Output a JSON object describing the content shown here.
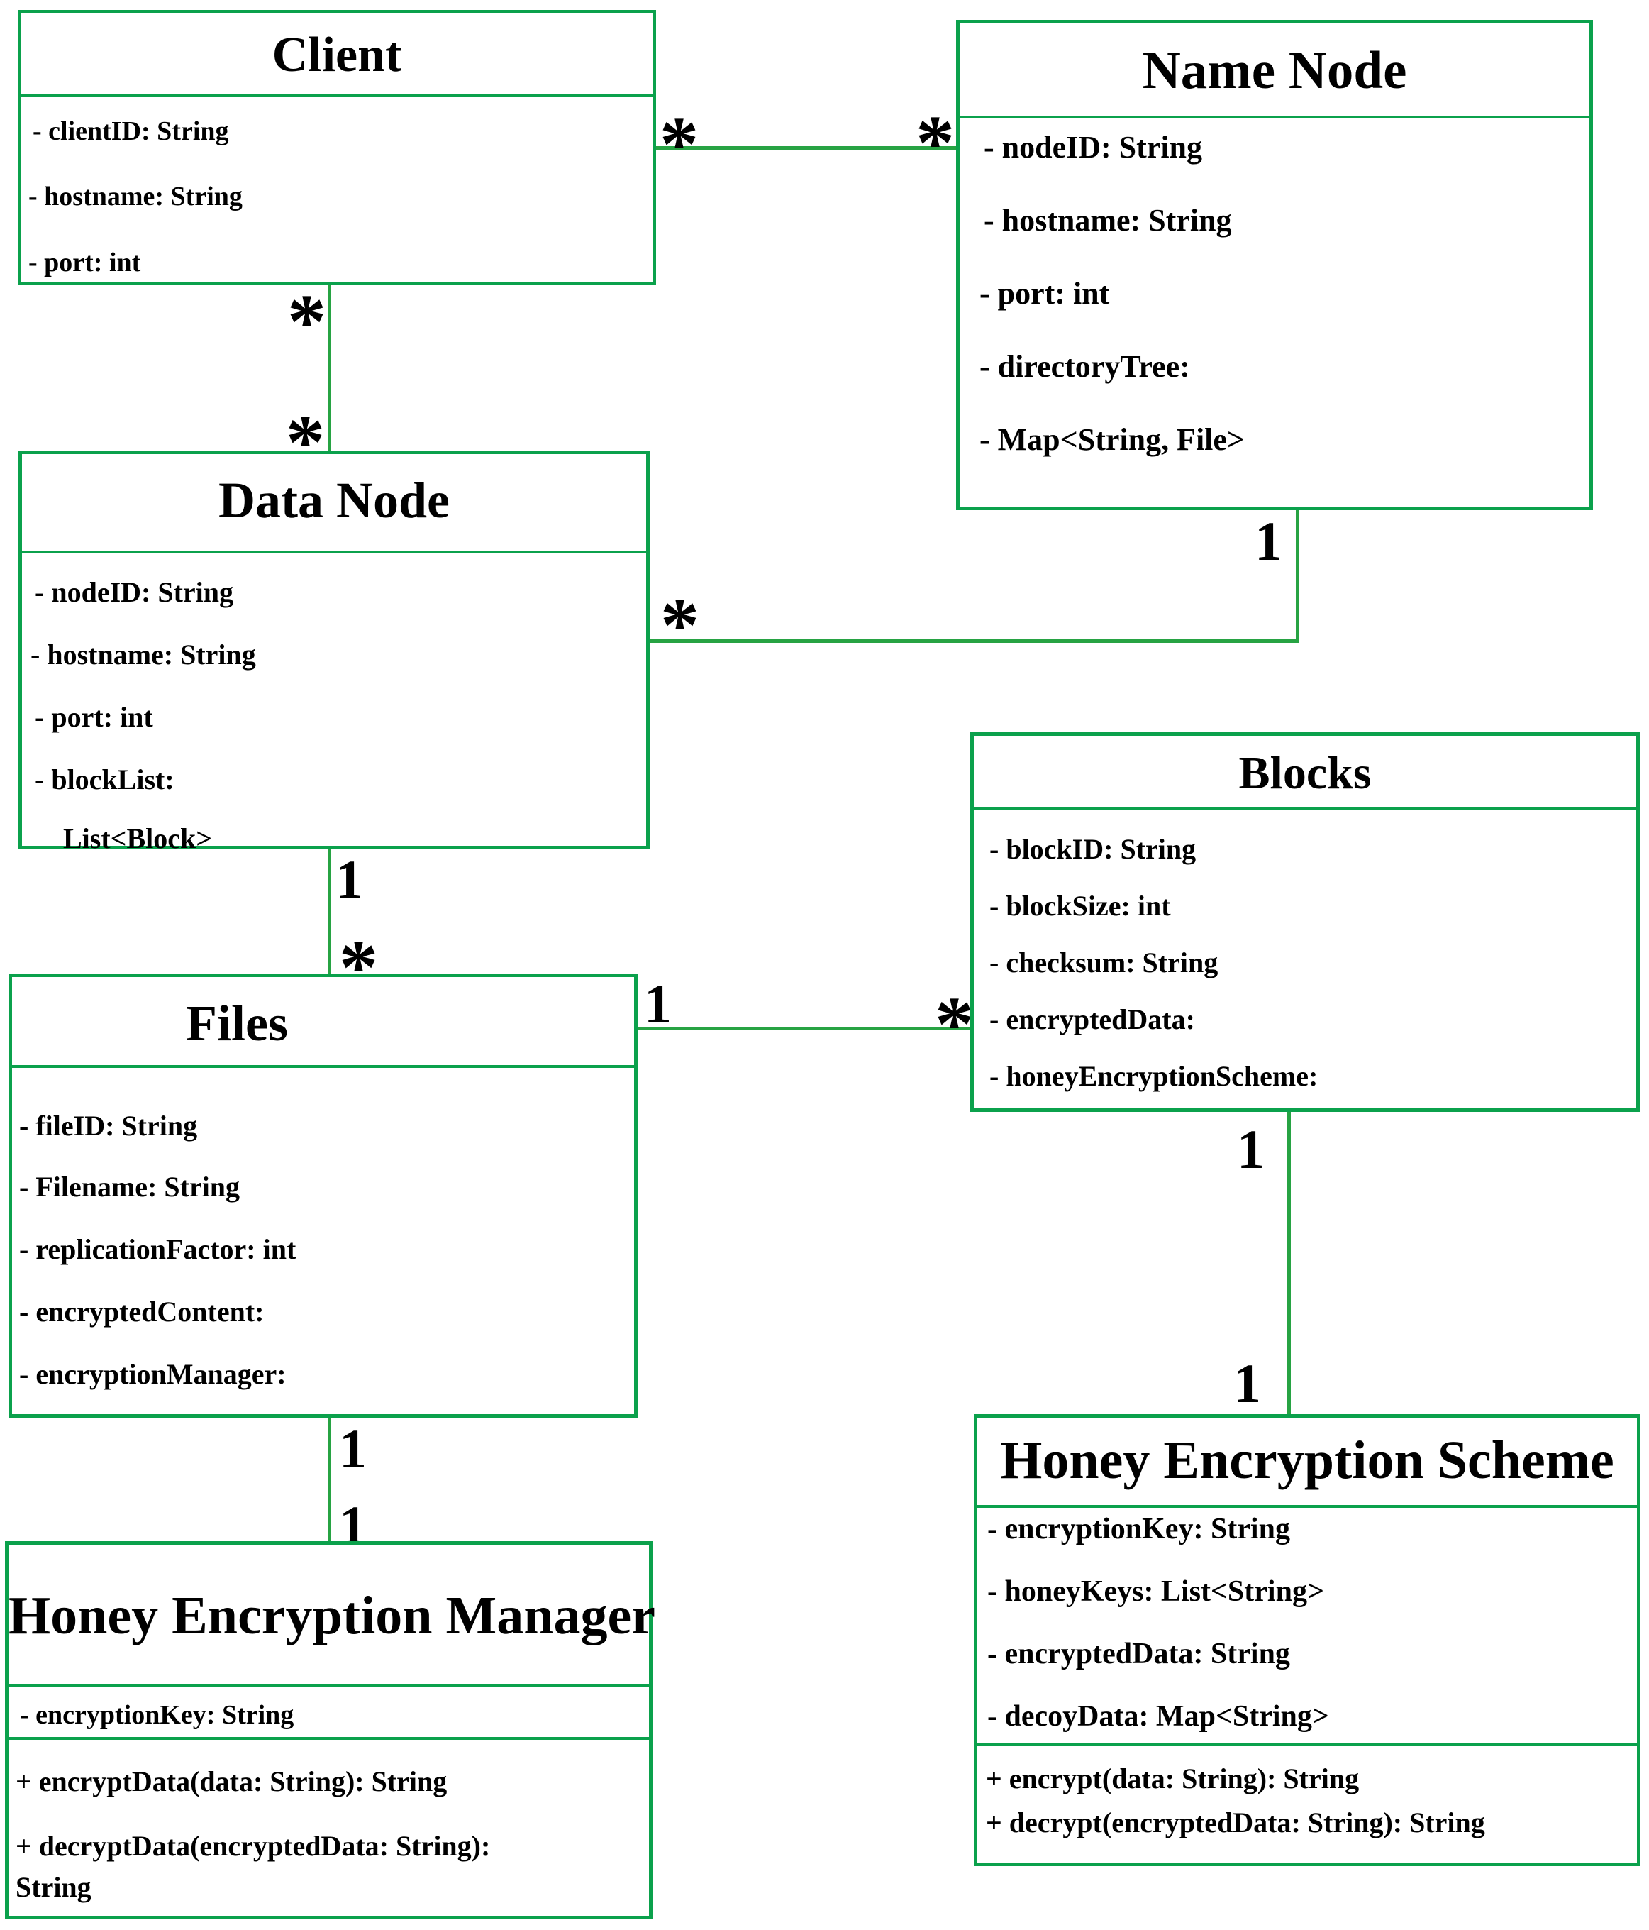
{
  "diagram_type": "uml-class-diagram",
  "colors": {
    "box_border_green": "#0ba14c",
    "connector_green": "#27a343",
    "text": "#000000",
    "background": "#ffffff"
  },
  "classes": [
    {
      "id": "client",
      "title": "Client",
      "attributes": [
        "- clientID: String",
        "- hostname: String",
        "- port: int"
      ],
      "methods": []
    },
    {
      "id": "name-node",
      "title": "Name Node",
      "attributes": [
        "- nodeID: String",
        "- hostname: String",
        "- port: int",
        "- directoryTree:",
        "- Map<String, File>"
      ],
      "methods": []
    },
    {
      "id": "data-node",
      "title": "Data Node",
      "attributes": [
        "- nodeID: String",
        "- hostname: String",
        "- port: int",
        "- blockList:",
        "List<Block>"
      ],
      "methods": []
    },
    {
      "id": "blocks",
      "title": "Blocks",
      "attributes": [
        "- blockID: String",
        "- blockSize: int",
        "- checksum: String",
        "- encryptedData:",
        "- honeyEncryptionScheme:"
      ],
      "methods": []
    },
    {
      "id": "files",
      "title": "Files",
      "attributes": [
        "- fileID: String",
        "- Filename: String",
        "- replicationFactor: int",
        "- encryptedContent:",
        "- encryptionManager:"
      ],
      "methods": []
    },
    {
      "id": "honey-encryption-scheme",
      "title": "Honey Encryption Scheme",
      "attributes": [
        "- encryptionKey: String",
        "- honeyKeys: List<String>",
        "- encryptedData: String",
        "- decoyData: Map<String>"
      ],
      "methods": [
        "+ encrypt(data: String): String",
        "+ decrypt(encryptedData: String): String"
      ]
    },
    {
      "id": "honey-encryption-manager",
      "title": "Honey Encryption Manager",
      "attributes": [
        "- encryptionKey: String"
      ],
      "methods": [
        "+ encryptData(data: String): String",
        "+ decryptData(encryptedData: String): String"
      ]
    }
  ],
  "associations": [
    {
      "id": "client-namenode",
      "from": "Client",
      "to": "Name Node",
      "from_label": "*",
      "to_label": "*"
    },
    {
      "id": "client-datanode",
      "from": "Client",
      "to": "Data Node",
      "from_label": "*",
      "to_label": "*"
    },
    {
      "id": "datanode-namenode",
      "from": "Data Node",
      "to": "Name Node",
      "from_label": "*",
      "to_label": "1"
    },
    {
      "id": "datanode-files",
      "from": "Data Node",
      "to": "Files",
      "from_label": "1",
      "to_label": "*"
    },
    {
      "id": "files-blocks",
      "from": "Files",
      "to": "Blocks",
      "from_label": "1",
      "to_label": "*"
    },
    {
      "id": "blocks-hes",
      "from": "Blocks",
      "to": "Honey Encryption Scheme",
      "from_label": "1",
      "to_label": "1"
    },
    {
      "id": "files-hem",
      "from": "Files",
      "to": "Honey Encryption Manager",
      "from_label": "1",
      "to_label": "1"
    }
  ]
}
